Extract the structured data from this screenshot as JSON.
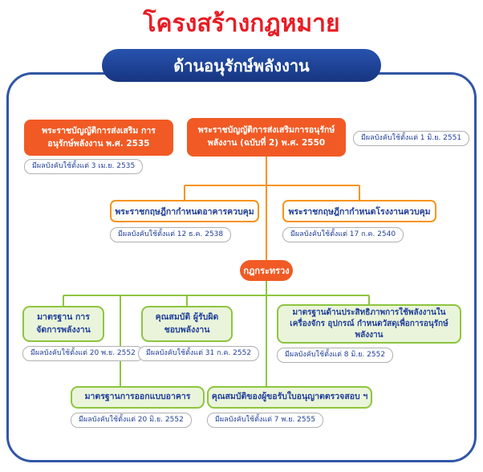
{
  "page": {
    "title": "โครงสร้างกฎหมาย",
    "subtitle": "ด้านอนุรักษ์พลังงาน"
  },
  "acts": {
    "act1": {
      "label": "พระราชบัญญัติการส่งเสริม การอนุรักษ์พลังงาน พ.ศ. 2535",
      "caption": "มีผลบังคับใช้ตั้งแต่ 3 เม.ย. 2535"
    },
    "act2": {
      "label": "พระราชบัญญัติการส่งเสริมการอนุรักษ์พลังงาน (ฉบับที่ 2) พ.ศ. 2550",
      "caption": "มีผลบังคับใช้ตั้งแต่ 1 มิ.ย. 2551"
    }
  },
  "decrees": {
    "buildings": {
      "label": "พระราชกฤษฎีกากำหนดอาคารควบคุม",
      "caption": "มีผลบังคับใช้ตั้งแต่ 12 ธ.ค. 2538"
    },
    "factories": {
      "label": "พระราชกฤษฎีกากำหนดโรงงานควบคุม",
      "caption": "มีผลบังคับใช้ตั้งแต่ 17 ก.ค. 2540"
    }
  },
  "ministerial": {
    "label": "กฎกระทรวง"
  },
  "regulations": {
    "energy_management": {
      "label": "มาตรฐาน การจัดการพลังงาน",
      "caption": "มีผลบังคับใช้ตั้งแต่ 20 พ.ย. 2552"
    },
    "responsible_person": {
      "label": "คุณสมบัติ ผู้รับผิดชอบพลังงาน",
      "caption": "มีผลบังคับใช้ตั้งแต่ 31 ก.ค. 2552"
    },
    "machinery_efficiency": {
      "label": "มาตรฐานด้านประสิทธิภาพการใช้พลังงานในเครื่องจักร อุปกรณ์ กำหนดวัสดุเพื่อการอนุรักษ์พลังงาน",
      "caption": "มีผลบังคับใช้ตั้งแต่ 8 มิ.ย. 2552"
    },
    "building_design": {
      "label": "มาตรฐานการออกแบบอาคาร",
      "caption": "มีผลบังคับใช้ตั้งแต่ 20 มิ.ย. 2552"
    },
    "auditor_license": {
      "label": "คุณสมบัติของผู้ขอรับใบอนุญาตตรวจสอบ ฯ",
      "caption": "มีผลบังคับใช้ตั้งแต่ 7 พ.ย. 2555"
    }
  },
  "colors": {
    "title_red": "#e81c24",
    "navy": "#21409a",
    "orange": "#f15a24",
    "orange_line": "#f7941d",
    "green_line": "#8cc63e",
    "green_fill": "#eaf4da"
  }
}
